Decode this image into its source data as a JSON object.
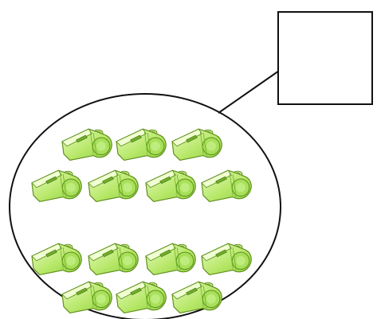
{
  "scene": {
    "object_icon": "whistle-icon",
    "object_count": 14,
    "row_counts": [
      3,
      4,
      4,
      3
    ],
    "answer_box_value": "",
    "colors": {
      "whistle_fill": "#b8e86a",
      "whistle_light": "#dff7b3",
      "whistle_dark": "#6fae2b",
      "whistle_outline": "#5f8f1c",
      "line": "#111111"
    }
  }
}
